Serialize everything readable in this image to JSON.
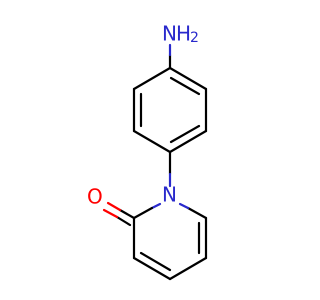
{
  "molecule": {
    "amine_group": {
      "element": "N",
      "hydrogens": "H",
      "subscript": "2"
    },
    "ring_nitrogen": "N",
    "carbonyl_oxygen": "O",
    "colors": {
      "bond": "#000000",
      "nitrogen": "#2929cc",
      "oxygen": "#ff0000"
    }
  }
}
